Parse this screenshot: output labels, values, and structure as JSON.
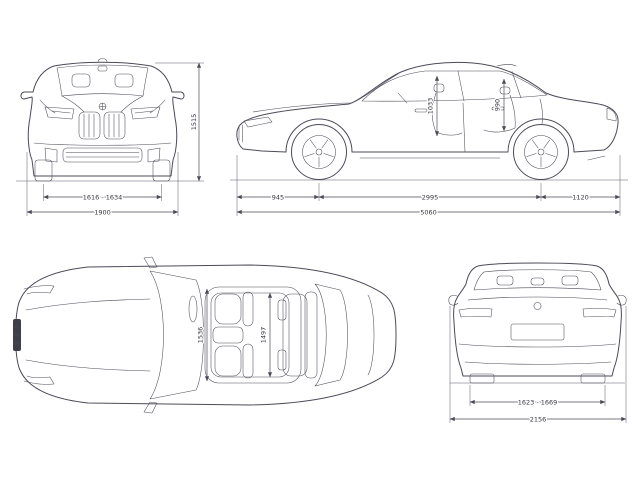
{
  "front_view": {
    "track_width": "1616 - 1634",
    "overall_width": "1900",
    "overall_height": "1515"
  },
  "side_view": {
    "front_overhang": "945",
    "wheelbase": "2995",
    "rear_overhang": "1120",
    "overall_length": "5060",
    "front_headroom": "1033",
    "rear_headroom": "990"
  },
  "top_view": {
    "front_interior_width": "1536",
    "rear_interior_width": "1497"
  },
  "rear_view": {
    "track_width": "1623 - 1669",
    "overall_width_incl_mirrors": "2156"
  },
  "colors": {
    "line": "#4b4b59",
    "background": "#ffffff"
  }
}
